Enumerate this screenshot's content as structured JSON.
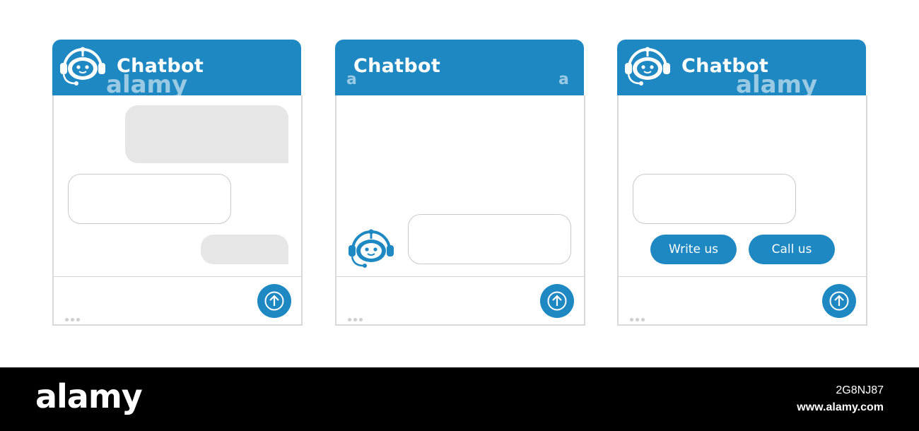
{
  "colors": {
    "accent": "#1e88c2",
    "grey_bubble": "#e6e6e6",
    "outline": "#c9c9c9",
    "footer_bg": "#000000"
  },
  "widgets": [
    {
      "title": "Chatbot",
      "header_icon": "robot-head-icon",
      "watermark": "alamy",
      "send_icon": "arrow-up-icon"
    },
    {
      "title": "Chatbot",
      "avatar_icon": "robot-head-icon",
      "watermark_left": "a",
      "watermark_right": "a",
      "send_icon": "arrow-up-icon"
    },
    {
      "title": "Chatbot",
      "header_icon": "robot-head-icon",
      "watermark": "alamy",
      "quick_replies": [
        "Write us",
        "Call us"
      ],
      "send_icon": "arrow-up-icon"
    }
  ],
  "footer": {
    "brand": "alamy",
    "image_id": "2G8NJ87",
    "site": "www.alamy.com"
  }
}
